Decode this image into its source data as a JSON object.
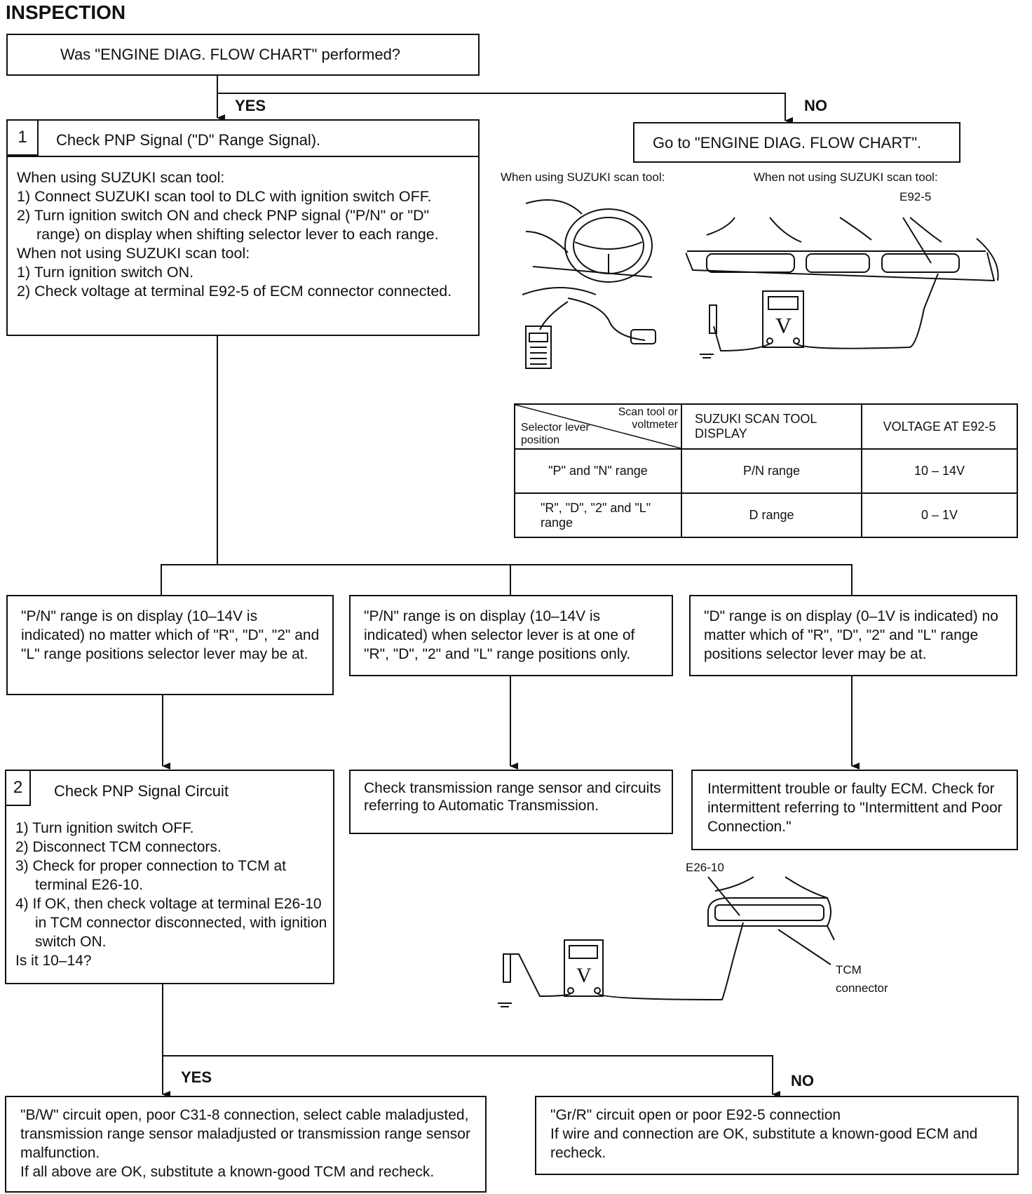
{
  "title": "INSPECTION",
  "start": {
    "question": "Was \"ENGINE DIAG. FLOW CHART\" performed?"
  },
  "branch1": {
    "yes": "YES",
    "no": "NO"
  },
  "goto": {
    "text": "Go to \"ENGINE DIAG. FLOW CHART\"."
  },
  "step1": {
    "num": "1",
    "title": "Check PNP Signal (\"D\" Range Signal).",
    "scan_heading": "When using SUZUKI scan tool:",
    "scan_steps": [
      "1) Connect SUZUKI scan tool to DLC with ignition switch OFF.",
      "2) Turn ignition switch ON and check PNP signal (\"P/N\" or \"D\" range) on display when shifting selector lever to each range."
    ],
    "noscan_heading": "When not using SUZUKI scan tool:",
    "noscan_steps": [
      "1) Turn ignition switch ON.",
      "2) Check voltage at terminal E92-5 of ECM connector connected."
    ]
  },
  "fig1": {
    "scan_caption": "When using SUZUKI scan tool:",
    "noscan_caption": "When not using SUZUKI scan tool:",
    "terminal": "E92-5",
    "meter": "V"
  },
  "table": {
    "corner_top": "Scan tool or voltmeter",
    "corner_bottom": "Selector lever position",
    "col1": "SUZUKI SCAN TOOL DISPLAY",
    "col2": "VOLTAGE AT E92-5",
    "rows": [
      {
        "pos": "\"P\" and \"N\" range",
        "display": "P/N range",
        "voltage": "10 – 14V"
      },
      {
        "pos": "\"R\", \"D\", \"2\" and \"L\" range",
        "display": "D range",
        "voltage": "0 – 1V"
      }
    ]
  },
  "results": [
    "\"P/N\" range is on display (10–14V is indicated) no matter which of \"R\", \"D\", \"2\" and \"L\" range positions selector lever may be at.",
    "\"P/N\" range is on display (10–14V is indicated) when selector lever is at one of \"R\", \"D\", \"2\" and \"L\" range positions only.",
    "\"D\" range is on display (0–1V is indicated) no matter which of \"R\", \"D\", \"2\" and \"L\" range positions selector lever may be at."
  ],
  "step2": {
    "num": "2",
    "title": "Check PNP Signal Circuit",
    "steps": [
      "1) Turn ignition switch OFF.",
      "2) Disconnect TCM connectors.",
      "3) Check for proper connection to TCM at terminal E26-10.",
      "4) If OK, then check voltage at terminal E26-10 in TCM connector disconnected, with ignition switch ON."
    ],
    "question": "Is it 10–14?"
  },
  "mid_result": "Check transmission range sensor and circuits referring to Automatic Transmission.",
  "right_result": "Intermittent trouble or faulty ECM. Check for intermittent referring to \"Intermittent and Poor Connection.\"",
  "fig2": {
    "terminal": "E26-10",
    "connector": "TCM connector",
    "meter": "V"
  },
  "branch2": {
    "yes": "YES",
    "no": "NO"
  },
  "final_yes": {
    "line1": "\"B/W\" circuit open, poor C31-8 connection, select cable maladjusted, transmission range sensor maladjusted or transmission range sensor malfunction.",
    "line2": "If all above are OK, substitute a known-good TCM and recheck."
  },
  "final_no": {
    "line1": "\"Gr/R\" circuit open or poor E92-5 connection",
    "line2": "If wire and connection are OK, substitute a known-good ECM and recheck."
  }
}
